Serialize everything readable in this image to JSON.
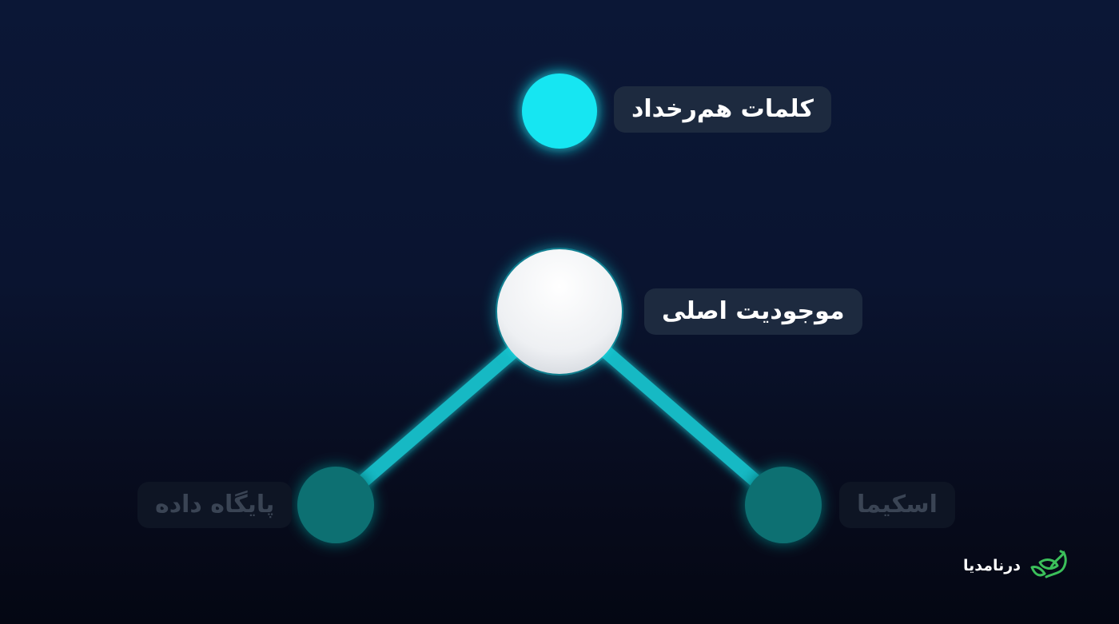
{
  "diagram": {
    "nodes": {
      "synonyms": {
        "label": "کلمات هم‌رخداد",
        "color": "#13e6f2"
      },
      "main_entity": {
        "label": "موجودیت اصلی",
        "color": "#f2f3f5"
      },
      "database": {
        "label": "پایگاه داده",
        "color": "#0d6f72"
      },
      "schema": {
        "label": "اسکیما",
        "color": "#0d6f72"
      }
    },
    "edge_color": "#17c4cf",
    "background_color": "#0a1430"
  },
  "brand": {
    "name": "درنامدیا",
    "icon": "leaf-icon",
    "color": "#3bbf5a"
  }
}
